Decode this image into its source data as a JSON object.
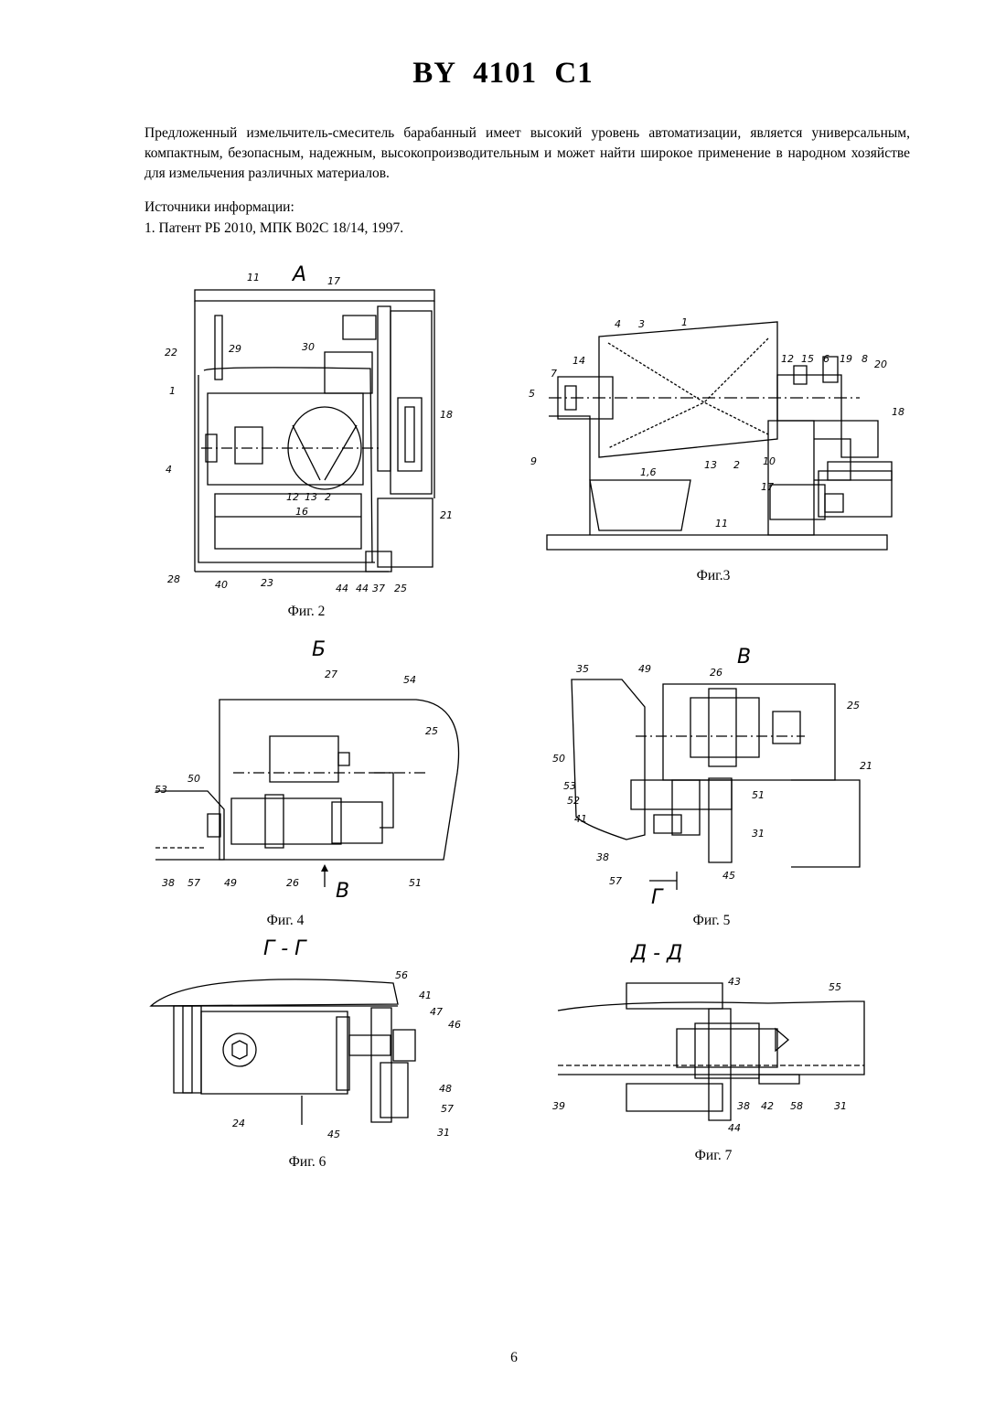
{
  "header": {
    "patent_number": "BY 4101 C1"
  },
  "body": {
    "paragraph": "Предложенный измельчитель-смеситель барабанный имеет высокий уровень автоматизации, является универсальным, компактным, безопасным, надежным, высокопроизводительным и может найти широкое применение в народном хозяйстве для измельчения различных материалов.",
    "sources_heading": "Источники информации:",
    "sources": [
      "1. Патент РБ 2010, МПК B02C 18/14, 1997."
    ]
  },
  "figures": {
    "fig2": {
      "caption": "Фиг. 2",
      "view_letter": "А",
      "labels": [
        "11",
        "17",
        "30",
        "22",
        "29",
        "1",
        "18",
        "4",
        "12",
        "13",
        "2",
        "16",
        "21",
        "28",
        "40",
        "23",
        "44",
        "44",
        "37",
        "25"
      ]
    },
    "fig3": {
      "caption": "Фиг.3",
      "labels": [
        "4",
        "3",
        "1",
        "14",
        "12",
        "15",
        "6",
        "19",
        "8",
        "7",
        "5",
        "20",
        "18",
        "9",
        "13",
        "2",
        "10",
        "1,6",
        "17",
        "11"
      ]
    },
    "fig4": {
      "caption": "Фиг. 4",
      "view_letter": "Б",
      "arrow_letter": "В",
      "labels": [
        "27",
        "54",
        "25",
        "50",
        "53",
        "38",
        "57",
        "49",
        "26",
        "51"
      ]
    },
    "fig5": {
      "caption": "Фиг. 5",
      "view_letter": "В",
      "section_letter": "Г",
      "labels": [
        "35",
        "49",
        "26",
        "25",
        "21",
        "50",
        "53",
        "52",
        "41",
        "51",
        "31",
        "38",
        "57",
        "45"
      ]
    },
    "fig6": {
      "caption": "Фиг. 6",
      "section_title": "Г - Г",
      "labels": [
        "56",
        "41",
        "47",
        "46",
        "48",
        "57",
        "31",
        "24",
        "45"
      ]
    },
    "fig7": {
      "caption": "Фиг. 7",
      "section_title": "Д - Д",
      "labels": [
        "43",
        "55",
        "39",
        "38",
        "42",
        "58",
        "31",
        "44"
      ]
    }
  },
  "footer": {
    "page_number": "6"
  }
}
